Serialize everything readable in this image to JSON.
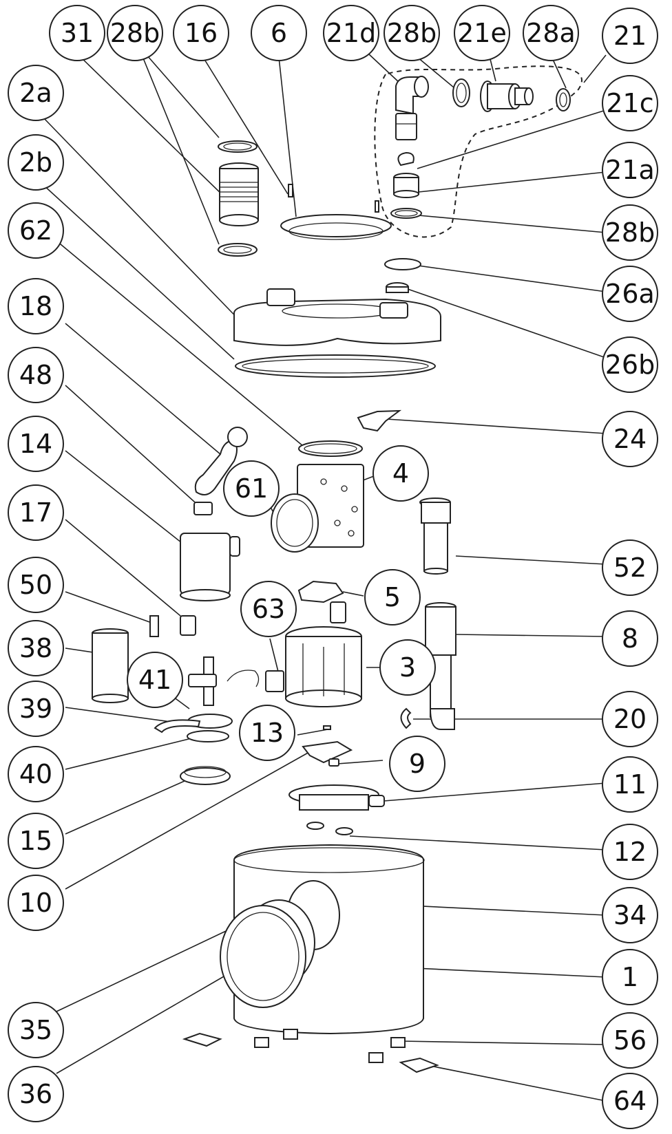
{
  "diagram": {
    "type": "exploded-parts-diagram",
    "callouts": [
      {
        "id": "31",
        "label": "31"
      },
      {
        "id": "28b-top",
        "label": "28b"
      },
      {
        "id": "16",
        "label": "16"
      },
      {
        "id": "6",
        "label": "6"
      },
      {
        "id": "21d",
        "label": "21d"
      },
      {
        "id": "28b-upper",
        "label": "28b"
      },
      {
        "id": "21e",
        "label": "21e"
      },
      {
        "id": "28a",
        "label": "28a"
      },
      {
        "id": "21",
        "label": "21"
      },
      {
        "id": "2a",
        "label": "2a"
      },
      {
        "id": "21c",
        "label": "21c"
      },
      {
        "id": "2b",
        "label": "2b"
      },
      {
        "id": "21a",
        "label": "21a"
      },
      {
        "id": "62",
        "label": "62"
      },
      {
        "id": "28b-right",
        "label": "28b"
      },
      {
        "id": "26a",
        "label": "26a"
      },
      {
        "id": "18",
        "label": "18"
      },
      {
        "id": "26b",
        "label": "26b"
      },
      {
        "id": "48",
        "label": "48"
      },
      {
        "id": "24",
        "label": "24"
      },
      {
        "id": "14",
        "label": "14"
      },
      {
        "id": "61",
        "label": "61"
      },
      {
        "id": "4",
        "label": "4"
      },
      {
        "id": "17",
        "label": "17"
      },
      {
        "id": "52",
        "label": "52"
      },
      {
        "id": "50",
        "label": "50"
      },
      {
        "id": "5",
        "label": "5"
      },
      {
        "id": "63",
        "label": "63"
      },
      {
        "id": "38",
        "label": "38"
      },
      {
        "id": "8",
        "label": "8"
      },
      {
        "id": "41",
        "label": "41"
      },
      {
        "id": "3",
        "label": "3"
      },
      {
        "id": "39",
        "label": "39"
      },
      {
        "id": "20",
        "label": "20"
      },
      {
        "id": "13",
        "label": "13"
      },
      {
        "id": "40",
        "label": "40"
      },
      {
        "id": "9",
        "label": "9"
      },
      {
        "id": "11",
        "label": "11"
      },
      {
        "id": "15",
        "label": "15"
      },
      {
        "id": "12",
        "label": "12"
      },
      {
        "id": "10",
        "label": "10"
      },
      {
        "id": "34",
        "label": "34"
      },
      {
        "id": "1",
        "label": "1"
      },
      {
        "id": "35",
        "label": "35"
      },
      {
        "id": "56",
        "label": "56"
      },
      {
        "id": "36",
        "label": "36"
      },
      {
        "id": "64",
        "label": "64"
      }
    ]
  }
}
